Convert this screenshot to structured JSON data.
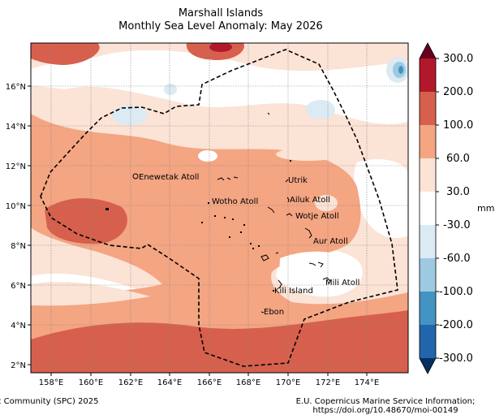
{
  "title": "Marshall Islands",
  "subtitle": "Monthly Sea Level Anomaly: May 2026",
  "x_ticks": [
    "158°E",
    "160°E",
    "162°E",
    "164°E",
    "166°E",
    "168°E",
    "170°E",
    "172°E",
    "174°E"
  ],
  "y_ticks": [
    "2°N",
    "4°N",
    "6°N",
    "8°N",
    "10°N",
    "12°N",
    "14°N",
    "16°N"
  ],
  "colorbar": {
    "labels": [
      "300.0",
      "200.0",
      "100.0",
      "60.0",
      "30.0",
      "-30.0",
      "-60.0",
      "-100.0",
      "-200.0",
      "-300.0"
    ],
    "unit": "mm",
    "colors": [
      "#67001f",
      "#b2182b",
      "#d6604d",
      "#f4a582",
      "#fbe3d6",
      "#ffffff",
      "#dceaf4",
      "#9ecae1",
      "#4393c3",
      "#2166ac",
      "#053061"
    ]
  },
  "places": [
    "Enewetak Atoll",
    "Utrik",
    "Wotho Atoll",
    "Ailuk Atoll",
    "Wotje Atoll",
    "Aur Atoll",
    "Mili Atoll",
    "Kili Island",
    "Ebon"
  ],
  "credits": {
    "left": "c Community (SPC) 2025",
    "right_line1": "E.U. Copernicus Marine Service Information;",
    "right_line2": "https://doi.org/10.48670/moi-00149"
  }
}
